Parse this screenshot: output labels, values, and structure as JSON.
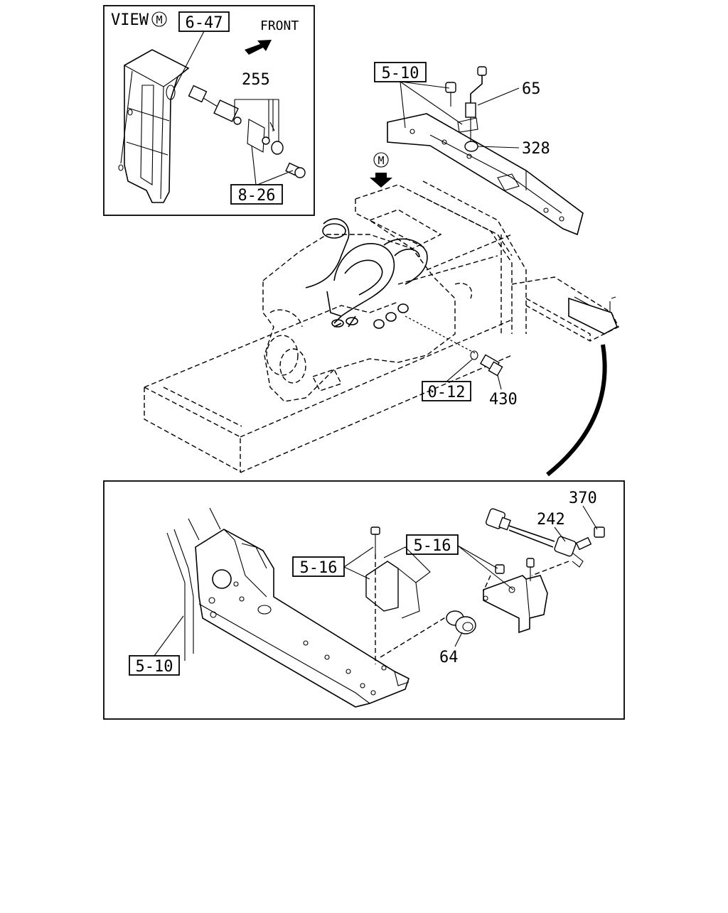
{
  "inset_top": {
    "view_label": "VIEW",
    "view_marker": "M",
    "front_label": "FRONT",
    "refs": {
      "top_box": "6-47",
      "bottom_box": "8-26"
    },
    "parts": {
      "switch_kit": "255"
    }
  },
  "main_view": {
    "view_marker": "M",
    "refs": {
      "crossmember_box": "5-10",
      "washer_box": "0-12"
    },
    "parts": {
      "sender_line": "65",
      "nut": "328",
      "sensor_plug": "430"
    }
  },
  "inset_bottom": {
    "refs": {
      "bolt_box_right": "5-16",
      "bolt_box_left": "5-16",
      "frame_box": "5-10"
    },
    "parts": {
      "bolt": "370",
      "sensor": "242",
      "switch": "64"
    }
  }
}
